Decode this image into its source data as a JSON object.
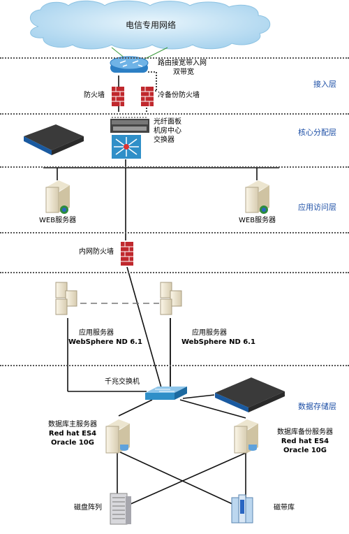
{
  "cloud": {
    "label": "电信专用网络"
  },
  "layers": [
    "接入层",
    "核心分配层",
    "应用访问层",
    "数据存储层"
  ],
  "labels": {
    "router": [
      "路由接宽带入网",
      "双带宽"
    ],
    "firewall": "防火墙",
    "cold_firewall": "冷备份防火墙",
    "fiber_panel": [
      "光纤面板",
      "机房中心",
      "交换器"
    ],
    "web_server": "WEB服务器",
    "inner_firewall": "内网防火墙",
    "app_server": [
      "应用服务器",
      "WebSphere ND 6.1"
    ],
    "gigabit_switch": "千兆交换机",
    "db_primary": [
      "数据库主服务器",
      "Red hat ES4",
      "Oracle 10G"
    ],
    "db_backup": [
      "数据库备份服务器",
      "Red hat ES4",
      "Oracle 10G"
    ],
    "disk_array": "磁盘阵列",
    "tape_library": "磁带库"
  },
  "colors": {
    "layer_text": "#1d4fa6",
    "cloud": "#bfe0f2",
    "firewall": "#c0282d",
    "switch": "#2f8fc8"
  }
}
